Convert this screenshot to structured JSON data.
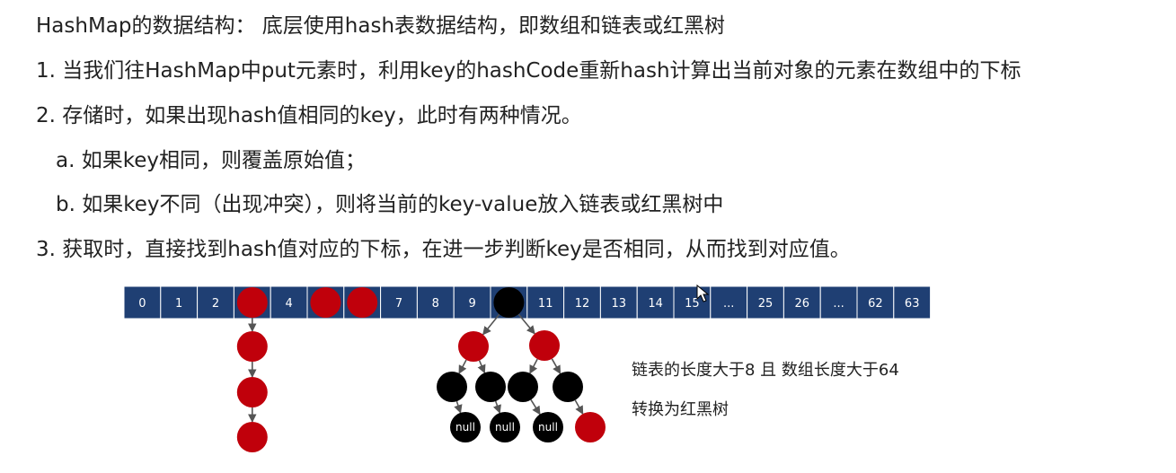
{
  "text": {
    "heading": "HashMap的数据结构： 底层使用hash表数据结构，即数组和链表或红黑树",
    "point1": "1. 当我们往HashMap中put元素时，利用key的hashCode重新hash计算出当前对象的元素在数组中的下标",
    "point2": "2. 存储时，如果出现hash值相同的key，此时有两种情况。",
    "point2a": "a. 如果key相同，则覆盖原始值；",
    "point2b": "b. 如果key不同（出现冲突），则将当前的key-value放入链表或红黑树中",
    "point3": "3. 获取时，直接找到hash值对应的下标，在进一步判断key是否相同，从而找到对应值。"
  },
  "diagram": {
    "array_cells": [
      "0",
      "1",
      "2",
      "",
      "4",
      "",
      "",
      "7",
      "8",
      "9",
      "",
      "11",
      "12",
      "13",
      "14",
      "15",
      "...",
      "25",
      "26",
      "...",
      "62",
      "63"
    ],
    "array_color": "#1f3f73",
    "array_border": "#ffffff",
    "red_node_color": "#c0000b",
    "black_node_color": "#000000",
    "null_label": "null",
    "note_line1": "链表的长度大于8 且 数组长度大于64",
    "note_line2": "转换为红黑树"
  }
}
